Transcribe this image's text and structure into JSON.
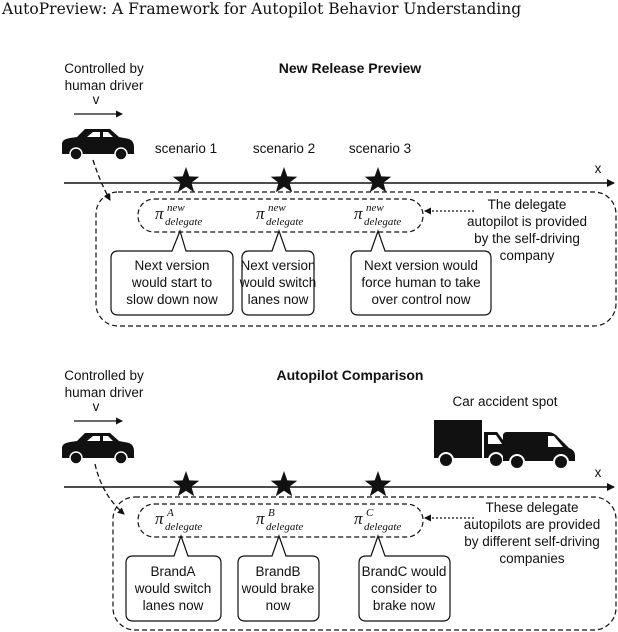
{
  "header": "AutoPreview: A Framework for Autopilot Behavior Understanding",
  "top_panel": {
    "title": "New Release Preview",
    "driver_label_1": "Controlled by",
    "driver_label_2": "human driver",
    "velocity": "v",
    "axis_label": "x",
    "scenarios": [
      "scenario 1",
      "scenario 2",
      "scenario 3"
    ],
    "policy_symbol": "π",
    "policy_superscripts": [
      "new",
      "new",
      "new"
    ],
    "policy_subscript": "delegate",
    "note": [
      "The delegate",
      "autopilot is provided",
      "by the self-driving",
      "company"
    ],
    "bubbles": [
      [
        "Next version",
        "would start to",
        "slow down now"
      ],
      [
        "Next version",
        "would switch",
        "lanes now"
      ],
      [
        "Next version would",
        "force human to take",
        "over control now"
      ]
    ]
  },
  "bottom_panel": {
    "title": "Autopilot Comparison",
    "driver_label_1": "Controlled by",
    "driver_label_2": "human driver",
    "velocity": "v",
    "axis_label": "x",
    "accident_label": "Car accident spot",
    "policy_symbol": "π",
    "policy_superscripts": [
      "A",
      "B",
      "C"
    ],
    "policy_subscript": "delegate",
    "note": [
      "These delegate",
      "autopilots are provided",
      "by different self-driving",
      "companies"
    ],
    "bubbles": [
      [
        "BrandA",
        "would switch",
        "lanes now"
      ],
      [
        "BrandB",
        "would brake",
        "now"
      ],
      [
        "BrandC would",
        "consider to",
        "brake now"
      ]
    ]
  },
  "colors": {
    "ink": "#111111",
    "background": "#ffffff"
  }
}
